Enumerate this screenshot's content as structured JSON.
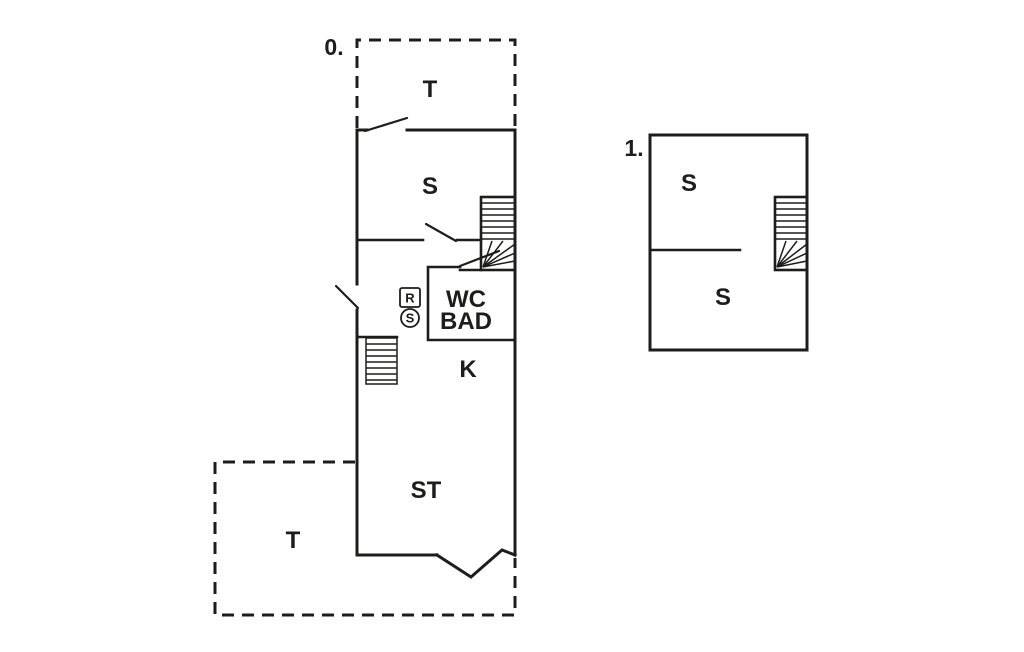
{
  "page": {
    "background_color": "#ffffff",
    "line_color": "#1d1d1b"
  },
  "floor0": {
    "label": "0.",
    "rooms": {
      "terrace_top": "T",
      "bedroom": "S",
      "wc": "WC",
      "bath": "BAD",
      "kitchen": "K",
      "living": "ST",
      "terrace_bottom": "T"
    },
    "symbols": {
      "r": "R",
      "s": "S"
    }
  },
  "floor1": {
    "label": "1.",
    "rooms": {
      "room_top": "S",
      "room_bottom": "S"
    }
  }
}
